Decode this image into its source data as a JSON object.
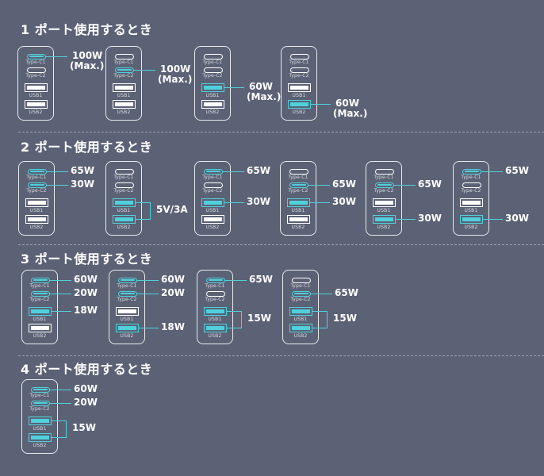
{
  "accent_color": "#4fd1dc",
  "background_color": "#5b6275",
  "port_labels": {
    "c1": "Type-C1",
    "c2": "Type-C2",
    "u1": "USB1",
    "u2": "USB2"
  },
  "sections": [
    {
      "title": "1 ポート使用するとき",
      "configs": [
        {
          "active": [
            "c1"
          ],
          "outputs": [
            {
              "ports": [
                "c1"
              ],
              "value": "100W",
              "note": "(Max.)"
            }
          ]
        },
        {
          "active": [
            "c2"
          ],
          "outputs": [
            {
              "ports": [
                "c2"
              ],
              "value": "100W",
              "note": "(Max.)"
            }
          ]
        },
        {
          "active": [
            "u1"
          ],
          "outputs": [
            {
              "ports": [
                "u1"
              ],
              "value": "60W",
              "note": "(Max.)"
            }
          ]
        },
        {
          "active": [
            "u2"
          ],
          "outputs": [
            {
              "ports": [
                "u2"
              ],
              "value": "60W",
              "note": "(Max.)"
            }
          ]
        }
      ]
    },
    {
      "title": "2 ポート使用するとき",
      "configs": [
        {
          "active": [
            "c1",
            "c2"
          ],
          "outputs": [
            {
              "ports": [
                "c1"
              ],
              "value": "65W"
            },
            {
              "ports": [
                "c2"
              ],
              "value": "30W"
            }
          ]
        },
        {
          "active": [
            "u1",
            "u2"
          ],
          "outputs": [
            {
              "ports": [
                "u1",
                "u2"
              ],
              "value": "5V/3A"
            }
          ]
        },
        {
          "active": [
            "c1",
            "u1"
          ],
          "outputs": [
            {
              "ports": [
                "c1"
              ],
              "value": "65W"
            },
            {
              "ports": [
                "u1"
              ],
              "value": "30W"
            }
          ]
        },
        {
          "active": [
            "c2",
            "u1"
          ],
          "outputs": [
            {
              "ports": [
                "c2"
              ],
              "value": "65W"
            },
            {
              "ports": [
                "u1"
              ],
              "value": "30W"
            }
          ]
        },
        {
          "active": [
            "c2",
            "u2"
          ],
          "outputs": [
            {
              "ports": [
                "c2"
              ],
              "value": "65W"
            },
            {
              "ports": [
                "u2"
              ],
              "value": "30W"
            }
          ]
        },
        {
          "active": [
            "c1",
            "u2"
          ],
          "outputs": [
            {
              "ports": [
                "c1"
              ],
              "value": "65W"
            },
            {
              "ports": [
                "u2"
              ],
              "value": "30W"
            }
          ]
        }
      ]
    },
    {
      "title": "3 ポート使用するとき",
      "configs": [
        {
          "active": [
            "c1",
            "c2",
            "u1"
          ],
          "outputs": [
            {
              "ports": [
                "c1"
              ],
              "value": "60W"
            },
            {
              "ports": [
                "c2"
              ],
              "value": "20W"
            },
            {
              "ports": [
                "u1"
              ],
              "value": "18W"
            }
          ]
        },
        {
          "active": [
            "c1",
            "c2",
            "u2"
          ],
          "outputs": [
            {
              "ports": [
                "c1"
              ],
              "value": "60W"
            },
            {
              "ports": [
                "c2"
              ],
              "value": "20W"
            },
            {
              "ports": [
                "u2"
              ],
              "value": "18W"
            }
          ]
        },
        {
          "active": [
            "c1",
            "u1",
            "u2"
          ],
          "outputs": [
            {
              "ports": [
                "c1"
              ],
              "value": "65W"
            },
            {
              "ports": [
                "u1",
                "u2"
              ],
              "value": "15W"
            }
          ]
        },
        {
          "active": [
            "c2",
            "u1",
            "u2"
          ],
          "outputs": [
            {
              "ports": [
                "c2"
              ],
              "value": "65W"
            },
            {
              "ports": [
                "u1",
                "u2"
              ],
              "value": "15W"
            }
          ]
        }
      ]
    },
    {
      "title": "4 ポート使用するとき",
      "configs": [
        {
          "active": [
            "c1",
            "c2",
            "u1",
            "u2"
          ],
          "outputs": [
            {
              "ports": [
                "c1"
              ],
              "value": "60W"
            },
            {
              "ports": [
                "c2"
              ],
              "value": "20W"
            },
            {
              "ports": [
                "u1",
                "u2"
              ],
              "value": "15W"
            }
          ]
        }
      ]
    }
  ]
}
